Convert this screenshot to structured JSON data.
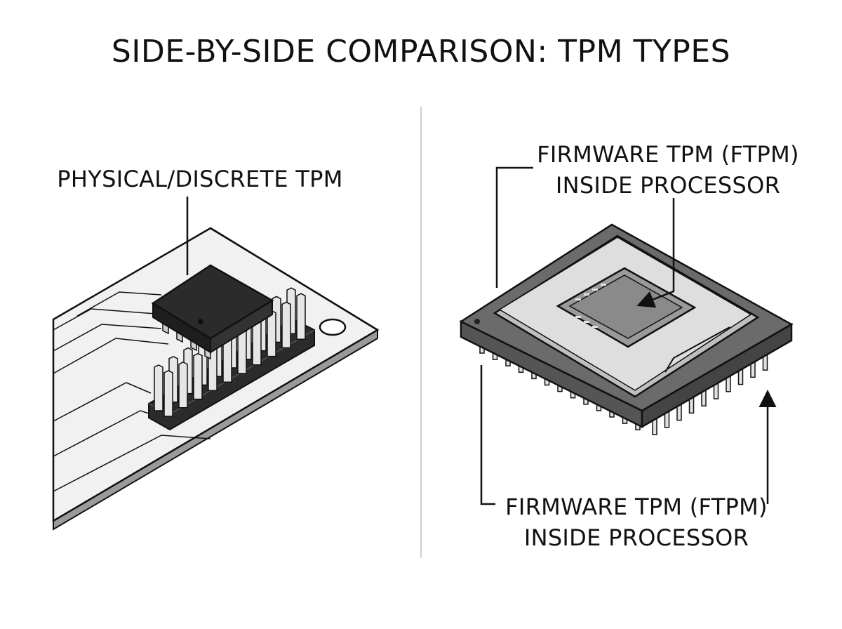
{
  "title": "SIDE-BY-SIDE COMPARISON: TPM TYPES",
  "left_panel": {
    "label": "PHYSICAL/DISCRETE TPM",
    "component": "discrete-tpm-chip"
  },
  "right_panel": {
    "label_top": {
      "line1": "FIRMWARE TPM (FTPM)",
      "line2": "INSIDE PROCESSOR"
    },
    "label_bottom": {
      "line1": "FIRMWARE TPM (FTPM)",
      "line2": "INSIDE PROCESSOR"
    },
    "component": "processor-package"
  },
  "colors": {
    "ink": "#111111",
    "chip_body": "#2b2b2b",
    "board": "#f1f1f1",
    "cpu_outer": "#6b6b6b",
    "cpu_lid": "#d9d9d9",
    "die": "#8a8a8a",
    "divider": "#d0d0d0"
  }
}
